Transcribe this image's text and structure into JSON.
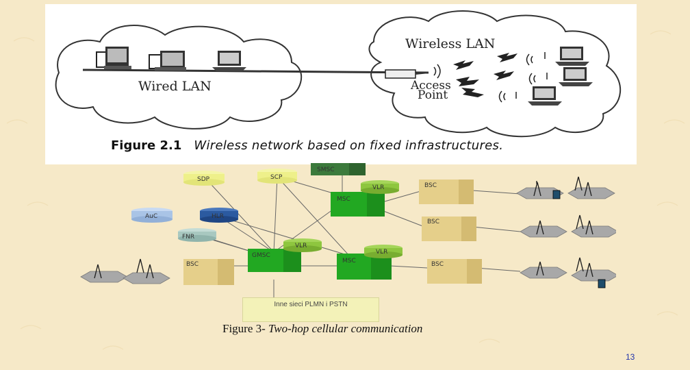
{
  "colors": {
    "background": "#f6e9c8",
    "cloud_fill": "#ffffff",
    "msc_green": "#22a822",
    "bsc_tan": "#e5cf8a",
    "sdp_yellow": "#eef08a",
    "hlr_blue": "#2b5aa0",
    "auc_lightblue": "#a9c4e6",
    "fnr_teal": "#a8c8c0",
    "vlr_green": "#8ec63f",
    "smsc_darkgreen": "#3c7a3c",
    "cell_gray": "#a8a8a8",
    "page_number_blue": "#2233aa"
  },
  "figure1": {
    "wired_cloud_label": "Wired LAN",
    "wireless_cloud_label": "Wireless LAN",
    "access_point_label_line1": "Access",
    "access_point_label_line2": "Point",
    "caption_number": "Figure 2.1",
    "caption_text": "Wireless network based on fixed infrastructures.",
    "icons": [
      "desktop-computer-icon",
      "desktop-computer-icon",
      "laptop-icon",
      "access-point-icon",
      "laptop-icon",
      "laptop-icon",
      "laptop-icon",
      "radio-signal-icon",
      "lightning-bolt-icon"
    ]
  },
  "figure2": {
    "nodes": {
      "sdp": "SDP",
      "scp": "SCP",
      "smsc": "SMSC",
      "auc": "AuC",
      "hlr": "HLR",
      "fnr": "FNR",
      "msc_top": "MSC",
      "vlr_top": "VLR",
      "gmsc": "GMSC",
      "vlr_gmsc": "VLR",
      "msc_bottom": "MSC",
      "vlr_bottom": "VLR",
      "bsc_top_right": "BSC",
      "bsc_mid_right": "BSC",
      "bsc_bottom_right": "BSC",
      "bsc_left": "BSC"
    },
    "external_network": "Inne sieci PLMN i PSTN",
    "icons": [
      "antenna-tower-icon",
      "mobile-phone-icon",
      "hexagon-cell-icon"
    ]
  },
  "caption2_prefix": "Figure 3- ",
  "caption2_text": "Two-hop cellular communication",
  "page_number": "13"
}
